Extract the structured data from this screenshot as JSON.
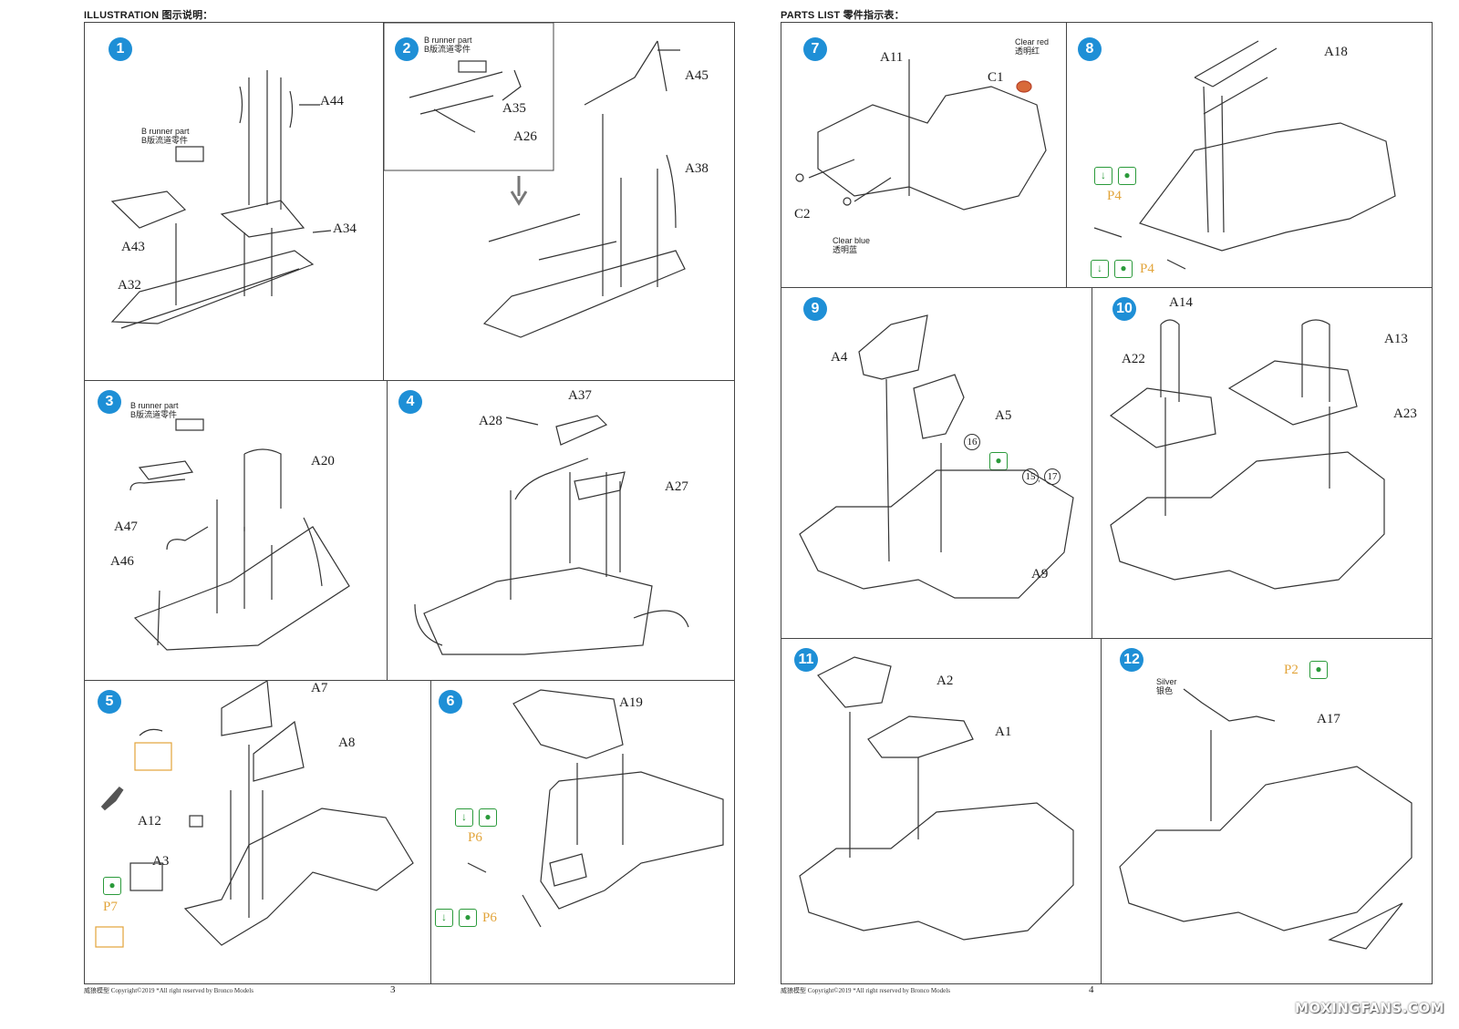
{
  "left_page": {
    "header": "ILLUSTRATION 图示说明：",
    "footer_left": "威狼模型  Copyright©2019  *All right reserved by Bronco Models",
    "page_number": "3"
  },
  "right_page": {
    "header": "PARTS LIST 零件指示表：",
    "footer_left": "威狼模型  Copyright©2019  *All right reserved by Bronco Models",
    "page_number": "4"
  },
  "runner_note": {
    "line1": "B runner part",
    "line2": "B版流道零件"
  },
  "color_notes": {
    "clear_red": {
      "en": "Clear red",
      "zh": "透明红"
    },
    "clear_blue": {
      "en": "Clear blue",
      "zh": "透明蓝"
    },
    "silver": {
      "en": "Silver",
      "zh": "银色"
    }
  },
  "steps": {
    "s1": {
      "num": "1",
      "parts": [
        "A44",
        "A34",
        "A43",
        "A32"
      ]
    },
    "s2": {
      "num": "2",
      "parts": [
        "A35",
        "A26",
        "A45",
        "A38"
      ]
    },
    "s3": {
      "num": "3",
      "parts": [
        "A20",
        "A47",
        "A46"
      ]
    },
    "s4": {
      "num": "4",
      "parts": [
        "A37",
        "A28",
        "A27"
      ]
    },
    "s5": {
      "num": "5",
      "parts": [
        "A7",
        "A8",
        "A12",
        "A3",
        "P7"
      ]
    },
    "s6": {
      "num": "6",
      "parts": [
        "A19",
        "P6",
        "P6"
      ]
    },
    "s7": {
      "num": "7",
      "parts": [
        "A11",
        "C1",
        "C2"
      ]
    },
    "s8": {
      "num": "8",
      "parts": [
        "A18",
        "P4",
        "P4"
      ]
    },
    "s9": {
      "num": "9",
      "parts": [
        "A4",
        "A5",
        "A9",
        "16",
        "15",
        "17"
      ]
    },
    "s10": {
      "num": "10",
      "parts": [
        "A14",
        "A13",
        "A22",
        "A23"
      ]
    },
    "s11": {
      "num": "11",
      "parts": [
        "A2",
        "A1"
      ]
    },
    "s12": {
      "num": "12",
      "parts": [
        "P2",
        "A17"
      ]
    }
  },
  "decal_sep": ",",
  "watermark": "MOXINGFANS.COM",
  "colors": {
    "step_blue": "#1e8fd6",
    "photoetch_orange": "#e2a43a",
    "paint_green": "#2a9a3a"
  }
}
